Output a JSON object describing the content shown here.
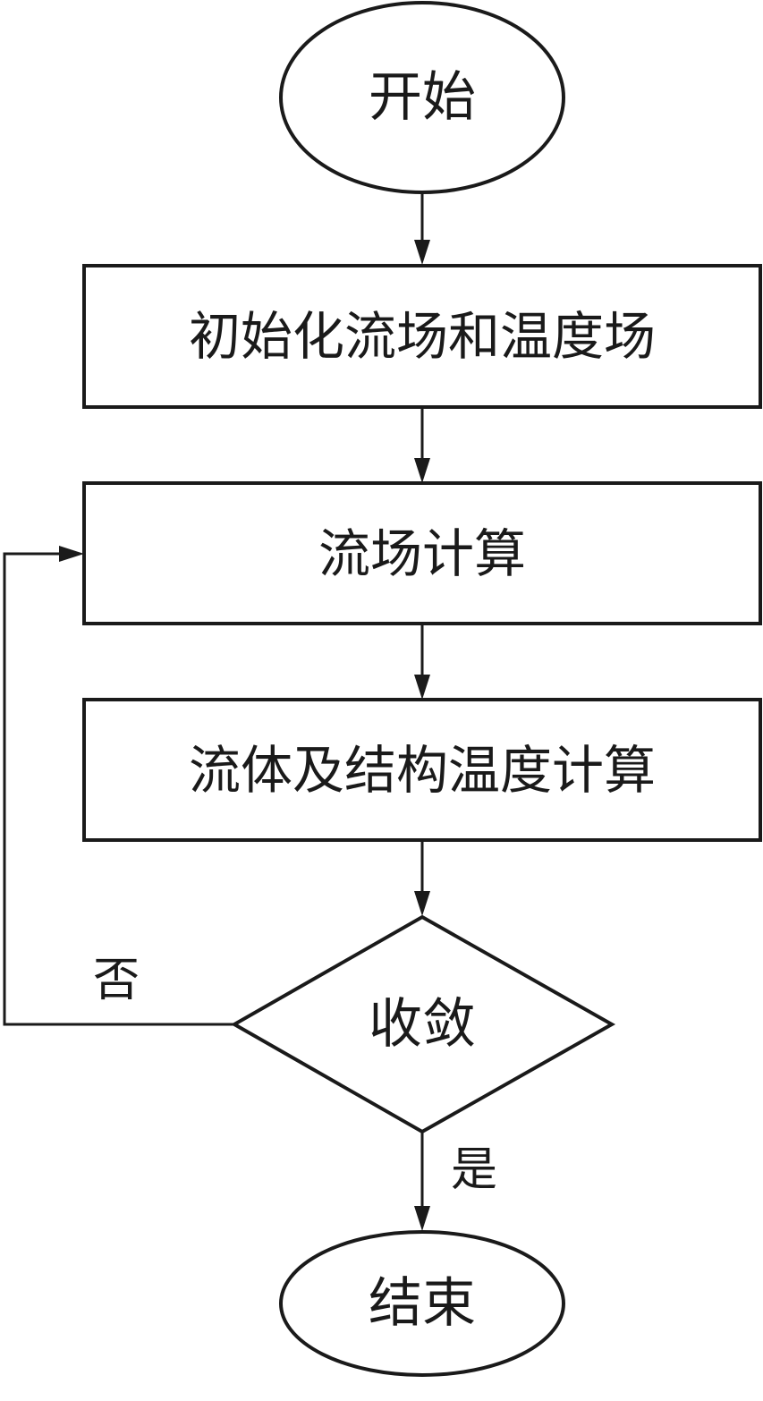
{
  "nodes": {
    "start": "开始",
    "init": "初始化流场和温度场",
    "flow": "流场计算",
    "temp": "流体及结构温度计算",
    "converge": "收敛",
    "end": "结束"
  },
  "edges": {
    "no": "否",
    "yes": "是"
  },
  "colors": {
    "stroke": "#1a1a1a",
    "background": "#ffffff"
  }
}
